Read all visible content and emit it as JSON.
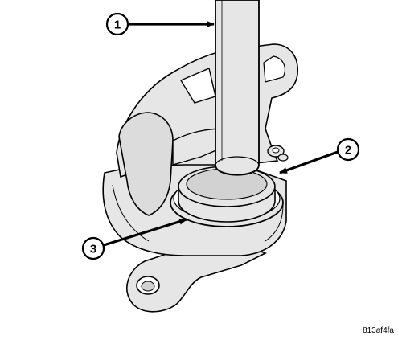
{
  "figure": {
    "id_label": "813af4fa"
  },
  "callouts": [
    {
      "number": "1"
    },
    {
      "number": "2"
    },
    {
      "number": "3"
    }
  ],
  "colors": {
    "line": "#000000",
    "part_fill": "#e6e6e6",
    "part_fill_dark": "#d2d2d2",
    "background": "#ffffff"
  }
}
